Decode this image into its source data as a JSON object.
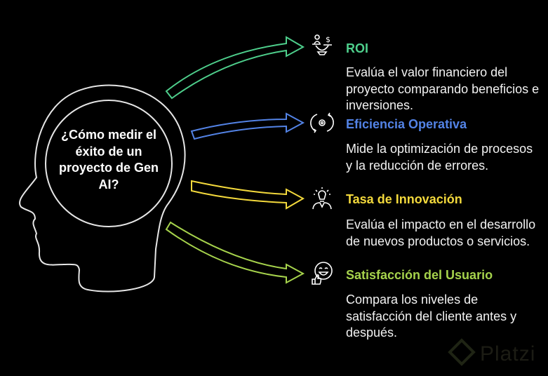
{
  "center_question": "¿Cómo medir el éxito de un proyecto de Gen AI?",
  "items": [
    {
      "title": "ROI",
      "description": "Evalúa el valor financiero del proyecto comparando beneficios e inversiones.",
      "color": "#4ecf8c",
      "icon": "scale-money-icon"
    },
    {
      "title": "Eficiencia Operativa",
      "description": "Mide la optimización de procesos y la reducción de errores.",
      "color": "#5383e6",
      "icon": "gear-cycle-icon"
    },
    {
      "title": "Tasa de Innovación",
      "description": "Evalúa el impacto en el desarrollo de nuevos productos o servicios.",
      "color": "#f3d93c",
      "icon": "lightbulb-person-icon"
    },
    {
      "title": "Satisfacción del Usuario",
      "description": "Compara los niveles de satisfacción del cliente antes y después.",
      "color": "#a6d34c",
      "icon": "smiley-thumbs-up-icon"
    }
  ],
  "watermark": "Platzi"
}
